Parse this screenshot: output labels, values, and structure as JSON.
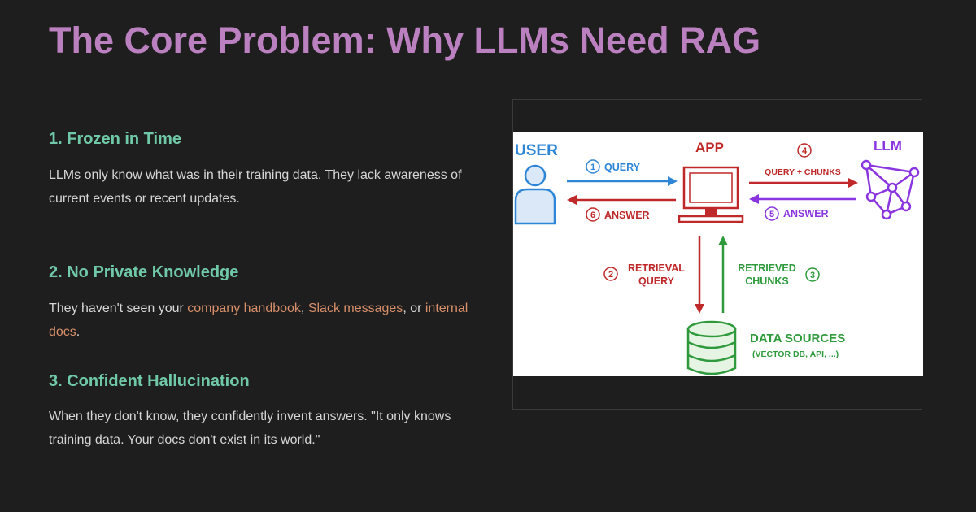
{
  "slide": {
    "title": "The Core Problem: Why LLMs Need RAG"
  },
  "points": [
    {
      "heading": "1. Frozen in Time",
      "body": "LLMs only know what was in their training data. They lack awareness of current events or recent updates."
    },
    {
      "heading": "2. No Private Knowledge",
      "body_prefix": "They haven't seen your ",
      "highlight_1": "company handbook",
      "sep_1": ", ",
      "highlight_2": "Slack messages",
      "sep_2": ", or ",
      "highlight_3": "internal docs",
      "body_suffix": "."
    },
    {
      "heading": "3. Confident Hallucination",
      "body": "When they don't know, they confidently invent answers. \"It only knows training data. Your docs don't exist in its world.\""
    }
  ],
  "diagram": {
    "nodes": {
      "user": "USER",
      "app": "APP",
      "llm": "LLM",
      "data_sources": "DATA SOURCES",
      "data_sources_sub": "(VECTOR DB, API, ...)"
    },
    "steps": {
      "s1_num": "1",
      "s1_label": "QUERY",
      "s2_num": "2",
      "s2_label_line1": "RETRIEVAL",
      "s2_label_line2": "QUERY",
      "s3_num": "3",
      "s3_label_line1": "RETRIEVED",
      "s3_label_line2": "CHUNKS",
      "s4_num": "4",
      "s4_label": "QUERY + CHUNKS",
      "s5_num": "5",
      "s5_label": "ANSWER",
      "s6_num": "6",
      "s6_label": "ANSWER"
    },
    "colors": {
      "blue": "#2f86d6",
      "red": "#c0292a",
      "purple": "#8a35e0",
      "green": "#2f9a3c"
    }
  },
  "colors": {
    "background": "#1e1e1e",
    "title": "#bb80bf",
    "heading": "#6fc9a8",
    "body": "#d6d6d6",
    "highlight": "#d88f6a"
  }
}
